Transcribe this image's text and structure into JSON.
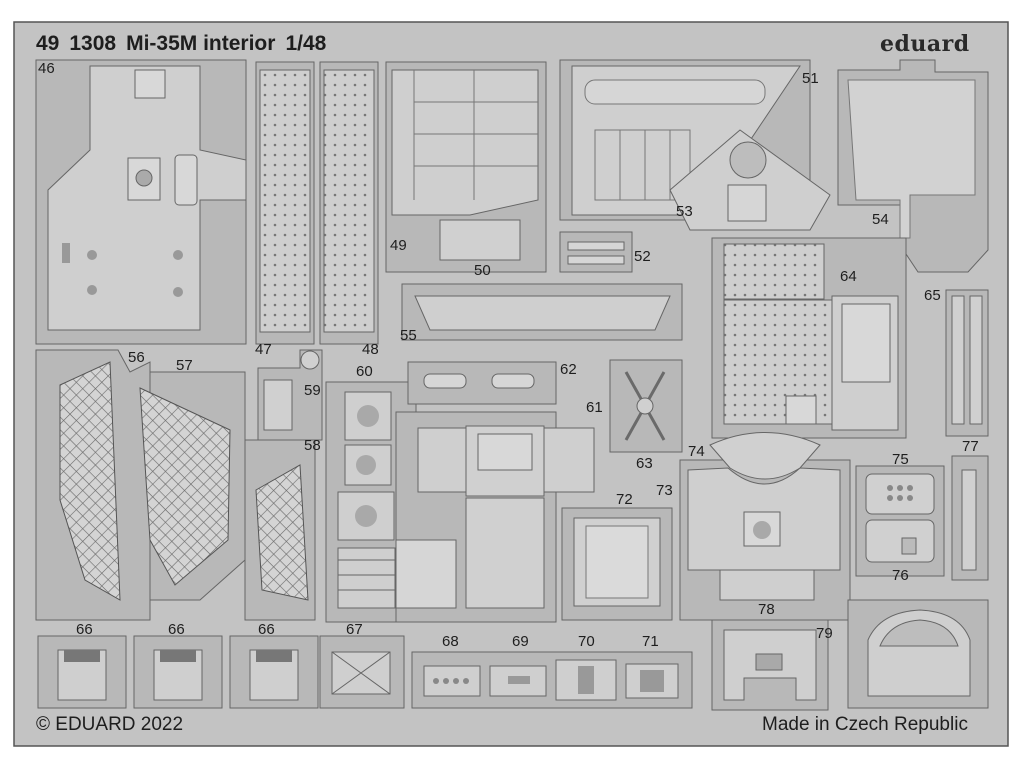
{
  "header": {
    "code_prefix": "49",
    "code_number": "1308",
    "product": "Mi-35M interior",
    "scale": "1/48",
    "brand": "eduard"
  },
  "footer": {
    "copyright": "© EDUARD 2022",
    "origin": "Made in Czech Republic"
  },
  "part_numbers": {
    "p46": "46",
    "p47": "47",
    "p48": "48",
    "p49": "49",
    "p50": "50",
    "p51": "51",
    "p52": "52",
    "p53": "53",
    "p54": "54",
    "p55": "55",
    "p56": "56",
    "p57": "57",
    "p58": "58",
    "p59": "59",
    "p60": "60",
    "p61": "61",
    "p62": "62",
    "p63": "63",
    "p64": "64",
    "p65": "65",
    "p66a": "66",
    "p66b": "66",
    "p66c": "66",
    "p67": "67",
    "p68": "68",
    "p69": "69",
    "p70": "70",
    "p71": "71",
    "p72": "72",
    "p73": "73",
    "p74": "74",
    "p75": "75",
    "p76": "76",
    "p77": "77",
    "p78": "78",
    "p79": "79"
  },
  "colors": {
    "fret_fill": "#c3c3c3",
    "fret_outline": "#555555",
    "part_fill": "#cfcfcf",
    "detail": "#6a6a6a",
    "background": "#ffffff"
  }
}
